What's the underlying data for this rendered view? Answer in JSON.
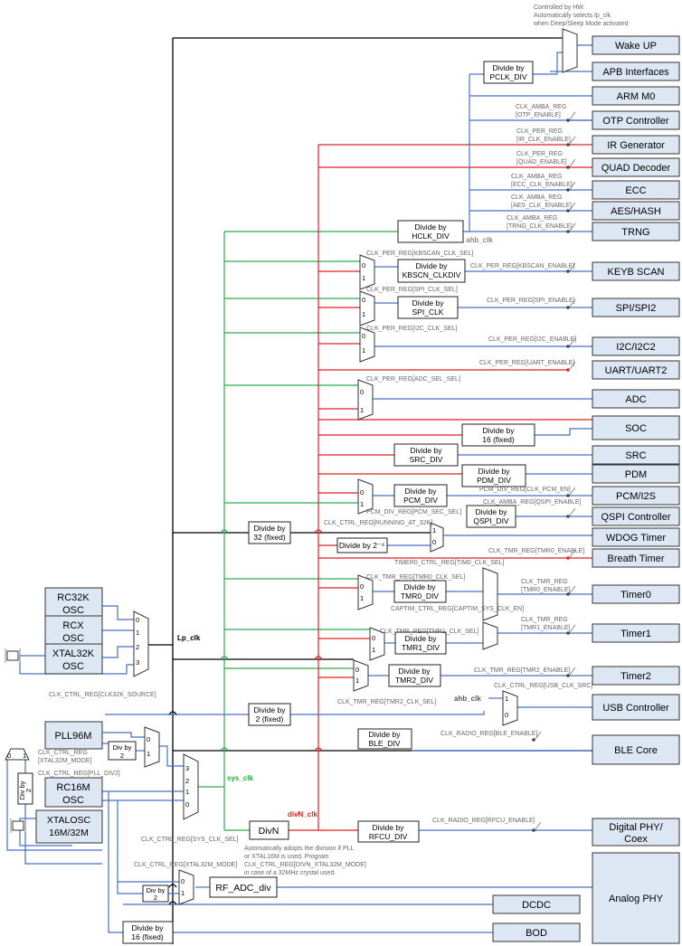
{
  "notes": {
    "hw_note": [
      "Controlled by HW.",
      "Automatically selects lp_clk",
      "when Deep/Sleep Mode activated"
    ],
    "divn_note": [
      "Automatically adopts the division if PLL",
      "or XTAL16M is used. Program",
      "CLK_CTRL_REG[DIVN_XTAL32M_MODE]",
      "in case of a 32MHz crystal used."
    ]
  },
  "signals": {
    "lp_clk": "Lp_clk",
    "sys_clk": "sys_clk",
    "divn_clk": "divN_clk",
    "ahb_clk": "ahb_clk",
    "ahb_clk2": "ahb_clk"
  },
  "sources": {
    "rc32k": [
      "RC32K",
      "OSC"
    ],
    "rcx": [
      "RCX",
      "OSC"
    ],
    "xtal32k": [
      "XTAL32K",
      "OSC"
    ],
    "pll96m": "PLL96M",
    "rc16m": [
      "RC16M",
      "OSC"
    ],
    "xtalosc": [
      "XTALOSC",
      "16M/32M"
    ]
  },
  "peripherals": {
    "wake_up": "Wake UP",
    "apb": "APB Interfaces",
    "arm_m0": "ARM M0",
    "otp": "OTP Controller",
    "ir": "IR Generator",
    "quad": "QUAD Decoder",
    "ecc": "ECC",
    "aes": "AES/HASH",
    "trng": "TRNG",
    "keyb": "KEYB SCAN",
    "spi": "SPI/SPI2",
    "i2c": "I2C/I2C2",
    "uart": "UART/UART2",
    "adc": "ADC",
    "soc": "SOC",
    "src": "SRC",
    "pdm": "PDM",
    "pcm": "PCM/I2S",
    "qspi": "QSPI Controller",
    "wdog": "WDOG Timer",
    "breath": "Breath Timer",
    "timer0": "Timer0",
    "timer1": "Timer1",
    "timer2": "Timer2",
    "usb": "USB Controller",
    "ble": "BLE Core",
    "phy": [
      "Digital PHY/",
      "Coex"
    ],
    "analog": "Analog PHY",
    "dcdc": "DCDC",
    "bod": "BOD"
  },
  "dividers": {
    "pclk": [
      "Divide by",
      "PCLK_DIV"
    ],
    "hclk": [
      "Divide by",
      "HCLK_DIV"
    ],
    "kbscn": [
      "Divide by",
      "KBSCN_CLKDIV"
    ],
    "spi": [
      "Divide by",
      "SPI_CLK"
    ],
    "soc16": [
      "Divide by",
      "16 (fixed)"
    ],
    "src": [
      "Divide by",
      "SRC_DIV"
    ],
    "pdm": [
      "Divide by",
      "PDM_DIV"
    ],
    "pcm": [
      "Divide by",
      "PCM_DIV"
    ],
    "qspi": [
      "Divide by",
      "QSPI_DIV"
    ],
    "div32": [
      "Divide by",
      "32 (fixed)"
    ],
    "div24": "Divide by 2⁻⁴",
    "tmr0": [
      "Divide by",
      "TMR0_DIV"
    ],
    "tmr1": [
      "Divide by",
      "TMR1_DIV"
    ],
    "tmr2": [
      "Divide by",
      "TMR2_DIV"
    ],
    "div2fixed": [
      "Divide by",
      "2 (fixed)"
    ],
    "ble": [
      "Divide by",
      "BLE_DIV"
    ],
    "divn": "DivN",
    "rfcu": [
      "Divide by",
      "RFCU_DIV"
    ],
    "rf_adc": "RF_ADC_div",
    "bod16": [
      "Divide by",
      "16 (fixed)"
    ],
    "pll_div2": [
      "Div by",
      "2"
    ],
    "xtal_div2": [
      "Div by",
      "2"
    ],
    "vert_div2": [
      "Div by",
      "2"
    ],
    "rf_div2": [
      "Div by",
      "2"
    ]
  },
  "registers": {
    "otp": [
      "CLK_AMBA_REG",
      "[OTP_ENABLE]"
    ],
    "ir": [
      "CLK_PER_REG",
      "[IR_CLK_ENABLE]"
    ],
    "quad": [
      "CLK_PER_REG",
      "[QUAD_ENABLE]"
    ],
    "ecc": [
      "CLK_AMBA_REG",
      "[ECC_CLK_ENABLE]"
    ],
    "aes": [
      "CLK_AMBA_REG",
      "[AES_CLK_ENABLE]"
    ],
    "trng": [
      "CLK_AMBA_REG",
      "[TRNG_CLK_ENABLE]"
    ],
    "kbscn_sel": "CLK_PER_REG[KBSCAN_CLK_SEL]",
    "kbscn_en": "CLK_PER_REG[KBSCAN_ENABLE]",
    "spi_sel": "CLK_PER_REG[SPI_CLK_SEL]",
    "spi_en": "CLK_PER_REG[SPI_ENABLE]",
    "i2c_sel": "CLK_PER_REG[I2C_CLK_SEL]",
    "i2c_en": "CLK_PER_REG[I2C_ENABLE]",
    "uart_en": "CLK_PER_REG[UART_ENABLE]",
    "adc_sel": "CLK_PER_REG[ADC_SEL_SEL]",
    "pcm_en": "PCM_DIV_REG[CLK_PCM_EN]",
    "qspi_en": "CLK_AMBA_REG[QSPI_ENABLE]",
    "pcm_sel": "PCM_DIV_REG[PCM_SEC_SEL]",
    "wdog_sel": "CLK_CTRL_REG[RUNNING_AT_32K]",
    "tmr0_en_rb": "CLK_TMR_REG[TMR0_ENABLE]",
    "timer0_ctrl": "TIMER0_CTRL_REG[TIM0_CLK_SEL]",
    "tmr0_sel": "CLK_TMR_REG[TMR0_CLK_SEL]",
    "tmr0_en": [
      "CLK_TMR_REG",
      "[TMR0_ENABLE]"
    ],
    "captim": "CAPTIM_CTRL_REG[CAPTIM_SYS_CLK_EN]",
    "tmr1_sel": "CLK_TMR_REG[TMR1_CLK_SEL]",
    "tmr1_en": [
      "CLK_TMR_REG",
      "[TMR1_ENABLE]"
    ],
    "tmr2_en": "CLK_TMR_REG[TMR2_ENABLE]",
    "tmr2_sel": "CLK_TMR_REG[TMR2_CLK_SEL]",
    "usb_sel": "CLK_CTRL_REG[USB_CLK_SRC]",
    "radio_ble": "CLK_RADIO_REG[BLE_ENABLE]",
    "clk32k_src": "CLK_CTRL_REG[CLK32K_SOURCE]",
    "xtal32m_mode": [
      "CLK_CTRL_REG",
      "[XTAL32M_MODE]"
    ],
    "pll_div2": "CLK_CTRL_REG[PLL_DIV2]",
    "sys_clk_sel": "CLK_CTRL_REG[SYS_CLK_SEL]",
    "rfcu_en": "CLK_RADIO_REG[RFCU_ENABLE]",
    "xtal32m_mode2": "CLK_CTRL_REG[XTAL32M_MODE]"
  }
}
